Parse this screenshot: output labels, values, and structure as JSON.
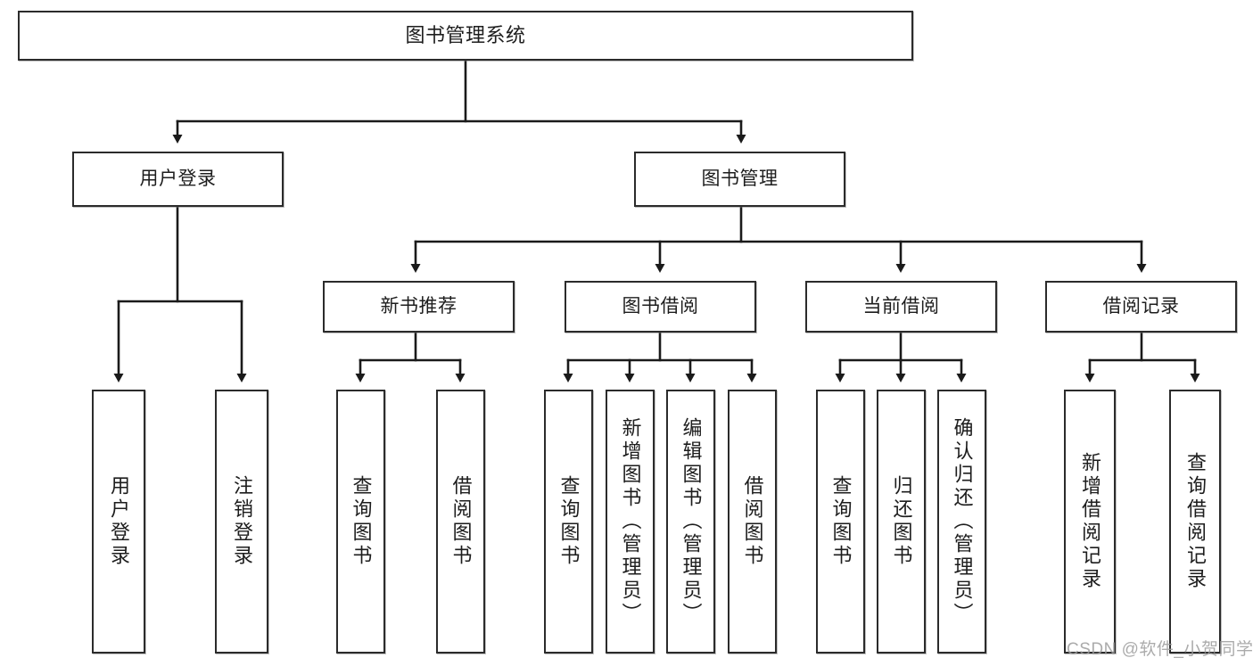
{
  "diagram": {
    "type": "tree-hierarchy-chart",
    "title": "图书管理系统",
    "watermark": "CSDN @软件_小贺同学",
    "colors": {
      "box_border": "#2b2b2b",
      "box_fill": "#ffffff",
      "connector": "#1a1a1a",
      "text": "#1d1d1d",
      "watermark": "#9d9d9d"
    },
    "levels": [
      {
        "level": 1,
        "nodes": [
          {
            "id": "root",
            "label": "图书管理系统",
            "orientation": "horizontal"
          }
        ]
      },
      {
        "level": 2,
        "nodes": [
          {
            "id": "login",
            "label": "用户登录",
            "orientation": "horizontal",
            "parent": "root"
          },
          {
            "id": "bookmgmt",
            "label": "图书管理",
            "orientation": "horizontal",
            "parent": "root"
          }
        ]
      },
      {
        "level": 3,
        "nodes": [
          {
            "id": "newbook",
            "label": "新书推荐",
            "orientation": "horizontal",
            "parent": "bookmgmt"
          },
          {
            "id": "borrow",
            "label": "图书借阅",
            "orientation": "horizontal",
            "parent": "bookmgmt"
          },
          {
            "id": "current",
            "label": "当前借阅",
            "orientation": "horizontal",
            "parent": "bookmgmt"
          },
          {
            "id": "records",
            "label": "借阅记录",
            "orientation": "horizontal",
            "parent": "bookmgmt"
          }
        ]
      },
      {
        "level": 4,
        "nodes": [
          {
            "id": "leaf1",
            "label": "用户登录",
            "orientation": "vertical",
            "parent": "login"
          },
          {
            "id": "leaf2",
            "label": "注销登录",
            "orientation": "vertical",
            "parent": "login"
          },
          {
            "id": "leaf3",
            "label": "查询图书",
            "orientation": "vertical",
            "parent": "newbook"
          },
          {
            "id": "leaf4",
            "label": "借阅图书",
            "orientation": "vertical",
            "parent": "newbook"
          },
          {
            "id": "leaf5",
            "label": "查询图书",
            "orientation": "vertical",
            "parent": "borrow"
          },
          {
            "id": "leaf6",
            "label": "新增图书（管理员）",
            "orientation": "vertical",
            "parent": "borrow"
          },
          {
            "id": "leaf7",
            "label": "编辑图书（管理员）",
            "orientation": "vertical",
            "parent": "borrow"
          },
          {
            "id": "leaf8",
            "label": "借阅图书",
            "orientation": "vertical",
            "parent": "borrow"
          },
          {
            "id": "leaf9",
            "label": "查询图书",
            "orientation": "vertical",
            "parent": "current"
          },
          {
            "id": "leaf10",
            "label": "归还图书",
            "orientation": "vertical",
            "parent": "current"
          },
          {
            "id": "leaf11",
            "label": "确认归还（管理员）",
            "orientation": "vertical",
            "parent": "current"
          },
          {
            "id": "leaf12",
            "label": "新增借阅记录",
            "orientation": "vertical",
            "parent": "records"
          },
          {
            "id": "leaf13",
            "label": "查询借阅记录",
            "orientation": "vertical",
            "parent": "records"
          }
        ]
      }
    ]
  }
}
